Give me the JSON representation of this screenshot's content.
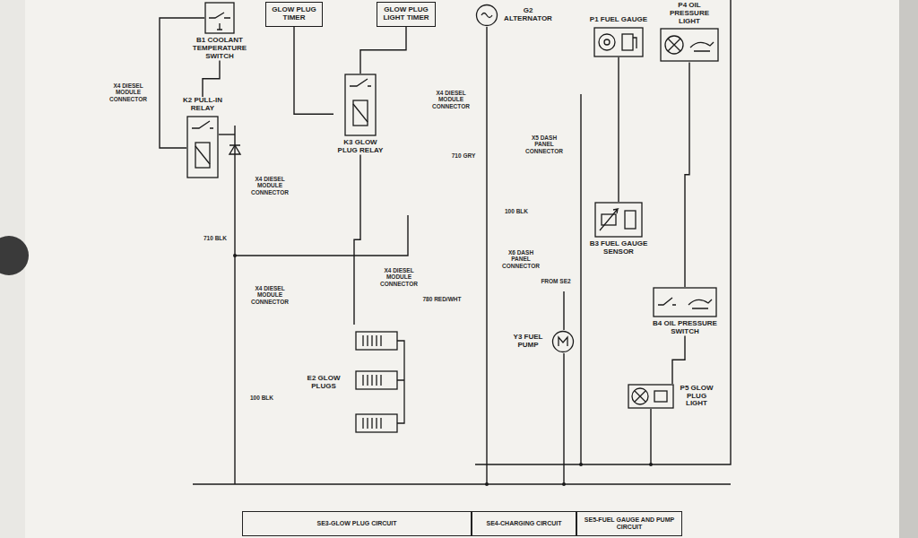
{
  "diagram": {
    "nodes": [
      {
        "text": [
          "B1 COOLANT TEMPERATURE SWITCH"
        ]
      },
      {
        "text": [
          "GLOW PLUG TIMER"
        ]
      },
      {
        "text": [
          "GLOW PLUG LIGHT TIMER"
        ]
      },
      {
        "text": [
          "G2 ALTERNATOR"
        ]
      },
      {
        "text": [
          "P1 FUEL GAUGE"
        ]
      },
      {
        "text": [
          "P4 OIL PRESSURE LIGHT"
        ]
      },
      {
        "text": [
          "K2 PULL-IN RELAY"
        ]
      },
      {
        "text": [
          "K3 GLOW PLUG RELAY"
        ]
      },
      {
        "text": [
          "B3 FUEL GAUGE SENSOR"
        ]
      },
      {
        "text": [
          "B4 OIL PRESSURE SWITCH"
        ]
      },
      {
        "text": [
          "Y3 FUEL PUMP"
        ]
      },
      {
        "text": [
          "E2 GLOW PLUGS"
        ]
      },
      {
        "text": [
          "P5 GLOW PLUG LIGHT"
        ]
      }
    ],
    "edges": [
      {
        "from": 0,
        "to": 6,
        "arrow": "none"
      },
      {
        "from": 1,
        "to": 7,
        "arrow": "none"
      },
      {
        "from": 2,
        "to": 7,
        "arrow": "none"
      },
      {
        "from": 7,
        "to": 11,
        "arrow": "none"
      },
      {
        "from": 4,
        "to": 8,
        "arrow": "none"
      },
      {
        "from": 5,
        "to": 9,
        "arrow": "none"
      },
      {
        "from": 9,
        "to": 12,
        "arrow": "none"
      }
    ],
    "labels": [
      "X4 DIESEL MODULE CONNECTOR",
      "X4 DIESEL MODULE CONNECTOR",
      "X4 DIESEL MODULE CONNECTOR",
      "X4 DIESEL MODULE CONNECTOR",
      "X4 DIESEL MODULE CONNECTOR",
      "X6 DASH PANEL CONNECTOR",
      "X5 DASH PANEL CONNECTOR",
      "710 GRY",
      "100 BLK",
      "780 RED/WHT",
      "FROM SE2",
      "710 BLK",
      "100 BLK",
      "SE3-GLOW PLUG CIRCUIT",
      "SE4-CHARGING CIRCUIT",
      "SE5-FUEL GAUGE AND PUMP CIRCUIT"
    ]
  }
}
